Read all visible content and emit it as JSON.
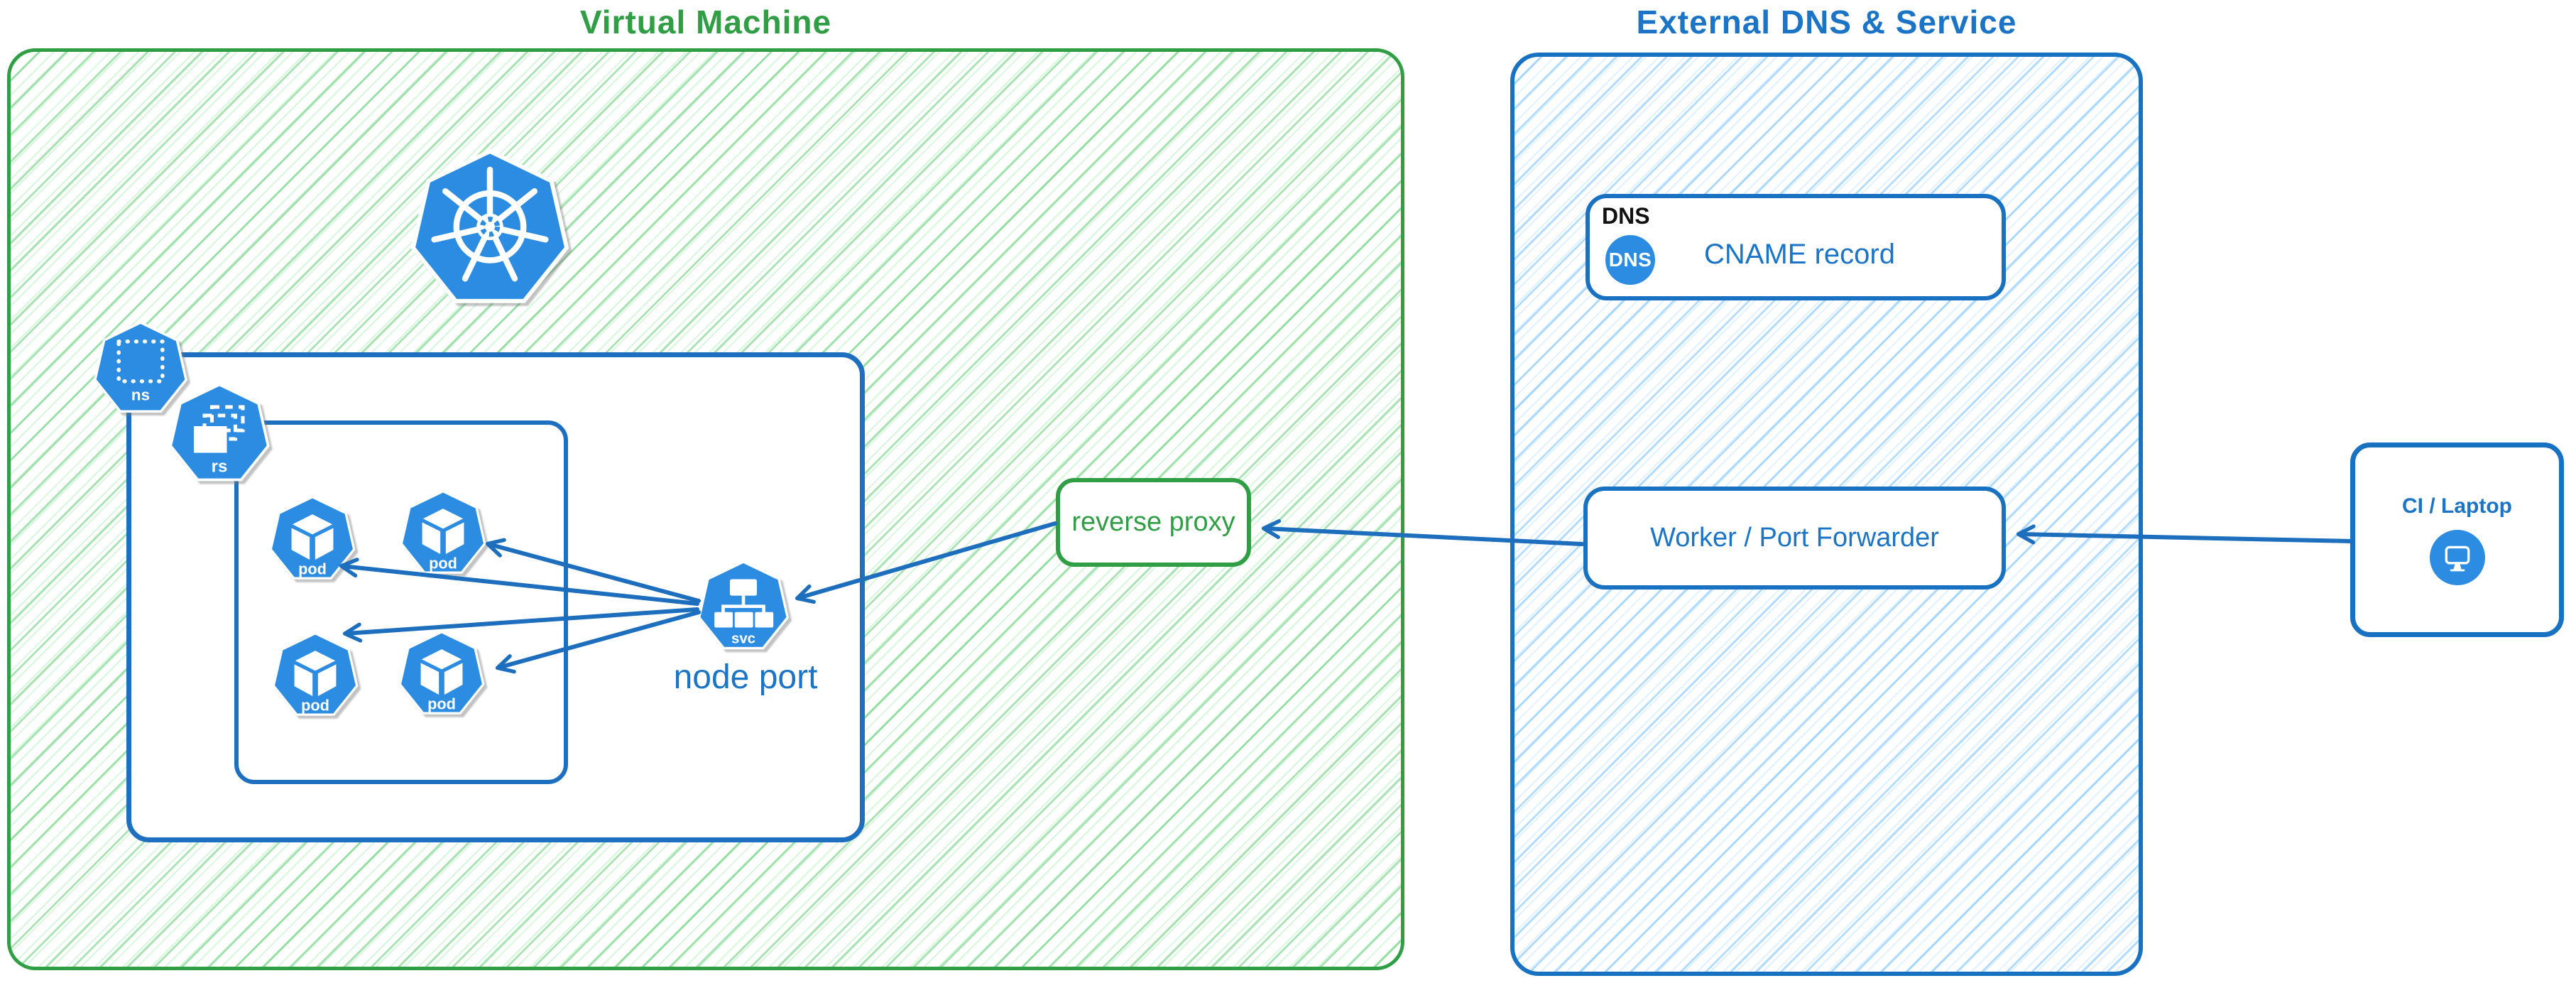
{
  "titles": {
    "vm": "Virtual Machine",
    "dns": "External DNS & Service"
  },
  "vm": {
    "namespace_label": "ns",
    "replicaset_label": "rs",
    "service_icon_label": "svc",
    "pods": [
      {
        "label": "pod"
      },
      {
        "label": "pod"
      },
      {
        "label": "pod"
      },
      {
        "label": "pod"
      }
    ],
    "node_port_label": "node port",
    "reverse_proxy_label": "reverse proxy"
  },
  "dns": {
    "record_tag": "DNS",
    "record_badge": "DNS",
    "record_label": "CNAME record",
    "worker_label": "Worker / Port Forwarder"
  },
  "client": {
    "label": "CI / Laptop"
  },
  "colors": {
    "green_accent": "#2f9e44",
    "green_hatch": "#8be99c",
    "blue_accent": "#1971c2",
    "blue_hatch": "#74c0fc",
    "icon_blue": "#2b8ce2",
    "arrow_blue": "#1d6fbe",
    "tag_black": "#111111"
  }
}
